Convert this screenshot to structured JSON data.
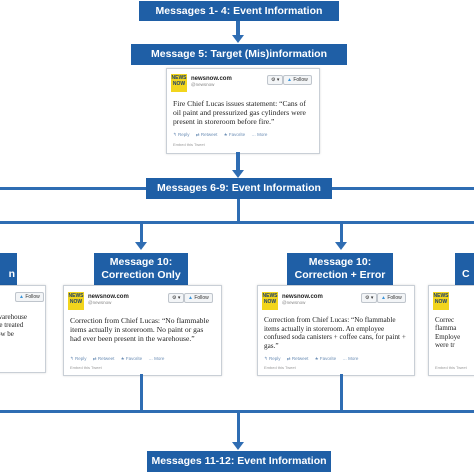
{
  "boxes": {
    "msg1_4": "Messages 1- 4: Event Information",
    "msg5": "Message 5: Target (Mis)information",
    "msg6_9": "Messages 6-9: Event Information",
    "left_partial_line2": "n",
    "msg10_correction_only_line1": "Message 10:",
    "msg10_correction_only_line2": "Correction Only",
    "msg10_correction_error_line1": "Message 10:",
    "msg10_correction_error_line2": "Correction + Error",
    "right_partial_line2": "C",
    "msg11_12": "Messages 11-12: Event Information"
  },
  "tweet_common": {
    "logo_text": "NEWS NOW",
    "account_name": "newsnow.com",
    "account_handle": "@newsnow",
    "follow_label": "Follow",
    "gear_label": "⚙ ▾",
    "actions": {
      "reply": "↰ Reply",
      "retweet": "⇄ Retweet",
      "favorite": "★ Favorite",
      "more": "… More"
    },
    "embed_label": "Embed this Tweet"
  },
  "tweets": {
    "target": "Fire Chief Lucas issues statement: “Cans of oil paint and pressurized gas cylinders were present in storeroom before fire.”",
    "correction_only": "Correction from Chief Lucas: “No flammable items actually in storeroom. No paint or gas had ever been present in the warehouse.”",
    "correction_error": "Correction from Chief Lucas: “No flammable items actually in storeroom. An employee confused soda canisters + coffee cans, for paint + gas.”",
    "left_partial": "warehouse\nre treated\now be\n”",
    "right_partial": "Correc\nflamma\nEmploye\nwere tr"
  },
  "colors": {
    "box": "#1f5fa6",
    "connector": "#2f6db3",
    "logo": "#f2d51d"
  }
}
